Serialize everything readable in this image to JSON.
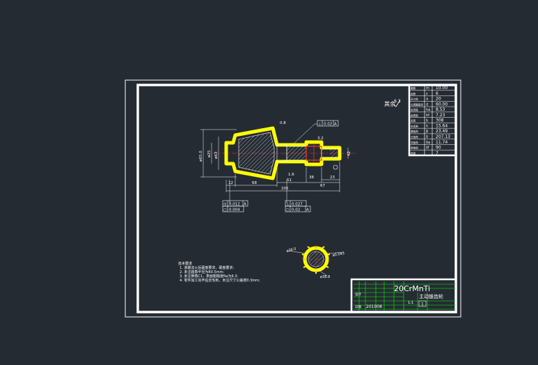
{
  "drawing": {
    "roughness_symbol": "其余",
    "roughness_value": "6.3",
    "dimensions": {
      "d_left": "ø65.0",
      "d_small": "ø25",
      "d_mid": "ø63",
      "len_12": "12",
      "len_68": "68",
      "len_51": "51",
      "len_205": "205",
      "len_38": "38",
      "len_67": "67",
      "len_23": "23",
      "len_1_6": "1.6",
      "len_0_8": "0.8",
      "len_3_2": "3.2",
      "len_42": "42"
    },
    "tolerance_frames": [
      {
        "symbol": "⊥",
        "value": "0.02",
        "datum": "A"
      },
      {
        "symbol": "⊙",
        "value": "0.012",
        "datum": "A"
      },
      {
        "symbol": "○",
        "value": "0.004",
        "datum": ""
      },
      {
        "symbol": "⊥",
        "value": "0.027",
        "datum": ""
      },
      {
        "symbol": "○",
        "value": "0.02",
        "datum": "A"
      }
    ],
    "section_labels": {
      "left": "ø38.0",
      "right": "ø0.043",
      "bottom": "ø38.8"
    },
    "notes": {
      "heading": "技术要求",
      "lines": [
        "1. 渗碳淬火后硬度要求，硬度要求;",
        "2. 未注圆角半径为R0.5mm;",
        "3. 未注倒角C1，表面粗糙度Ra为6.3;",
        "4. 零件加工完毕后去毛刺，未注尺寸公差按0.3mm;"
      ]
    }
  },
  "param_table": {
    "rows": [
      [
        "模数",
        "m",
        "10.00"
      ],
      [
        "齿数",
        "z",
        "6"
      ],
      [
        "压力角",
        "α",
        "20"
      ],
      [
        "分度圆直径",
        "d",
        "60.00"
      ],
      [
        "齿顶高",
        "ha",
        "8.53"
      ],
      [
        "齿根高",
        "hf",
        "7.23"
      ],
      [
        "齿宽",
        "b",
        "308"
      ],
      [
        "全齿高",
        "h",
        "15.64"
      ],
      [
        "螺旋角",
        "β",
        "23.49"
      ],
      [
        "分锥角",
        "δ",
        "207.13"
      ],
      [
        "顶锥角",
        "δa",
        "11.74"
      ],
      [
        "根锥角",
        "δf",
        "90"
      ],
      [
        "精度",
        "",
        "7"
      ]
    ]
  },
  "title_block": {
    "material": "20CrMnTi",
    "part_name": "主动锥齿轮",
    "designer_label": "设计",
    "date_label": "日期",
    "date": "201008",
    "scale": "1:1",
    "sheet": "1"
  },
  "colors": {
    "background": "#252b33",
    "paper_line": "#ffffff",
    "part_fill": "#ffff00",
    "dimension": "#ffffff",
    "title_grid": "#00ff00",
    "hatch": "#ffffff",
    "center": "#ff0000"
  }
}
